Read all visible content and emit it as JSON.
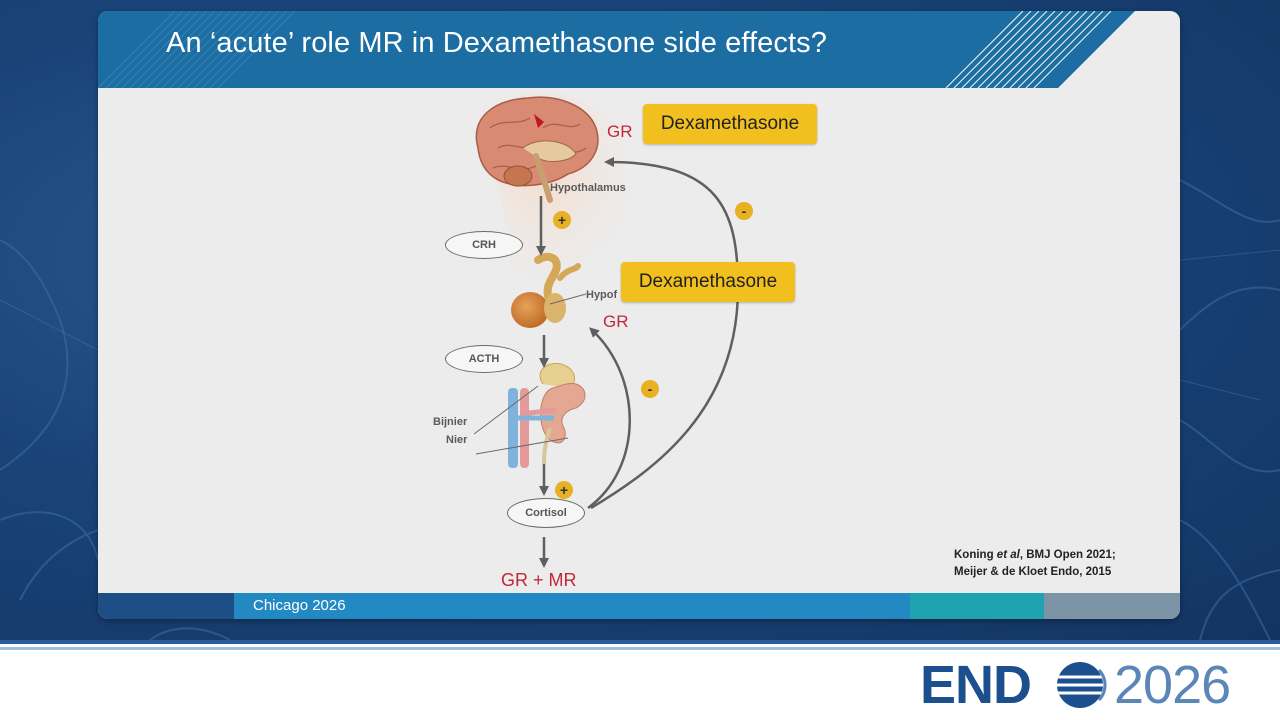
{
  "slide": {
    "title": "An ‘acute’ role MR in Dexamethasone side effects?",
    "footer_location": "Chicago 2026"
  },
  "diagram": {
    "dexamethasone_top": "Dexamethasone",
    "dexamethasone_mid": "Dexamethasone",
    "gr_top": "GR",
    "gr_mid": "GR",
    "hypothalamus_label": "Hypothalamus",
    "hypofyse_label": "Hypof",
    "crh": "CRH",
    "acth": "ACTH",
    "bijnier_label": "Bijnier",
    "nier_label": "Nier",
    "cortisol": "Cortisol",
    "receptors_bottom": "GR + MR",
    "sign_plus_1": "+",
    "sign_plus_2": "+",
    "sign_minus_1": "-",
    "sign_minus_2": "-"
  },
  "references": {
    "line1_author": "Koning ",
    "line1_etal": "et al",
    "line1_rest": ", BMJ Open 2021;",
    "line2": "Meijer & de Kloet Endo, 2015"
  },
  "logo": {
    "brand_left": "END",
    "brand_year": "2026"
  },
  "colors": {
    "title_bar": "#1b6da2",
    "highlight_box": "#f2c01e",
    "receptor_text": "#c0283a",
    "badge": "#e8b123"
  }
}
